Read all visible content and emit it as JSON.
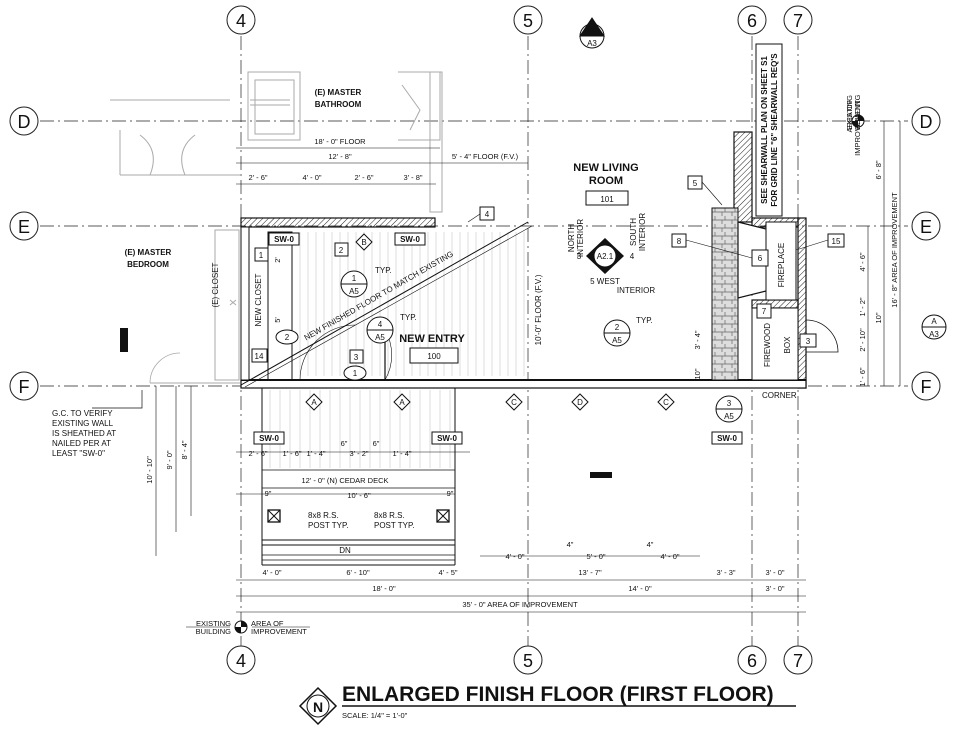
{
  "title": "ENLARGED FINISH FLOOR (FIRST FLOOR)",
  "scale": "SCALE:  1/4\" = 1'-0\"",
  "north_arrow": "N",
  "grid": {
    "g4": "4",
    "g5": "5",
    "g6": "6",
    "g7": "7",
    "gD": "D",
    "gE": "E",
    "gF": "F"
  },
  "rooms": {
    "master_bath_1": "(E) MASTER",
    "master_bath_2": "BATHROOM",
    "master_bed_1": "(E) MASTER",
    "master_bed_2": "BEDROOM",
    "living_1": "NEW LIVING",
    "living_2": "ROOM",
    "living_num": "101",
    "entry": "NEW ENTRY",
    "entry_num": "100",
    "closet": "(E) CLOSET",
    "new_closet": "NEW CLOSET",
    "fireplace": "FIREPLACE",
    "firewood": "FIREWOOD",
    "box": "BOX",
    "corner": "CORNER"
  },
  "notes": {
    "new_floor": "NEW FINISHED FLOOR TO MATCH EXISTING",
    "floor_fv": "10'-0\" FLOOR (F.V.)",
    "shearwall_1": "SEE SHEARWALL PLAN ON SHEET S1",
    "shearwall_2": "FOR GRID LINE \"6\" SHEARWALL REQ'S",
    "gc_1": "G.C. TO VERIFY",
    "gc_2": "EXISTING WALL",
    "gc_3": "IS SHEATHED AT",
    "gc_4": "NAILED PER AT",
    "gc_5": "LEAST \"SW-0\"",
    "deck": "12' - 0\" (N) CEDAR DECK",
    "post": "8x8 R.S.",
    "post_typ": "POST TYP.",
    "dn": "DN",
    "typ": "TYP.",
    "north_int_1": "NORTH",
    "north_int_2": "INTERIOR",
    "south_int_1": "SOUTH",
    "south_int_2": "INTERIOR",
    "west_int_1": "5 WEST",
    "west_int_2": "INTERIOR",
    "area_imp_1": "AREA OF",
    "area_imp_2": "IMPROVEMENT",
    "existing_1": "EXISTING",
    "existing_2": "BUILDING",
    "area_of_improvement": "AREA OF IMPROVEMENT"
  },
  "tags": {
    "sw0": "SW-0",
    "a5": "A5",
    "a3": "A3",
    "a21": "A2.1",
    "b": "B",
    "a": "A",
    "c": "C",
    "d": "D"
  },
  "keys": {
    "k1": "1",
    "k2": "2",
    "k3": "3",
    "k4": "4",
    "k5": "5",
    "k6": "6",
    "k7": "7",
    "k8": "8",
    "k14": "14",
    "k15": "15"
  },
  "dims": {
    "d18_floor": "18' - 0\"  FLOOR",
    "d12_8": "12' - 8\"",
    "d5_4": "5' - 4\" FLOOR (F.V.)",
    "d2_6": "2' - 6\"",
    "d4_0": "4' - 0\"",
    "d3_8": "3' - 8\"",
    "d1_6": "1' - 6\"",
    "d1_4": "1' - 4\"",
    "d3_2": "3' - 2\"",
    "d6": "6\"",
    "d10_6": "10' - 6\"",
    "d9": "9\"",
    "d6_10": "6' - 10\"",
    "d4_5": "4' - 5\"",
    "d5_0": "5' - 0\"",
    "d13_7": "13' - 7\"",
    "d3_3": "3' - 3\"",
    "d3_0": "3' - 0\"",
    "d18_0": "18' - 0\"",
    "d14_0": "14' - 0\"",
    "d35": "35' - 0\" AREA OF IMPROVEMENT",
    "d10_10": "10' - 10\"",
    "d9_0": "9' - 0\"",
    "d8_4": "8' - 4\"",
    "d6_8": "6' - 8\"",
    "d16_8": "16' - 8\" AREA OF IMPROVEMENT",
    "d4_6": "4' - 6\"",
    "d1_2": "1' - 2\"",
    "d10": "10\"",
    "d2_10": "2' - 10\"",
    "d1_6b": "1' - 6\"",
    "d2": "2'",
    "d5": "5'",
    "d3_4": "3' - 4\"",
    "d4": "4\""
  }
}
